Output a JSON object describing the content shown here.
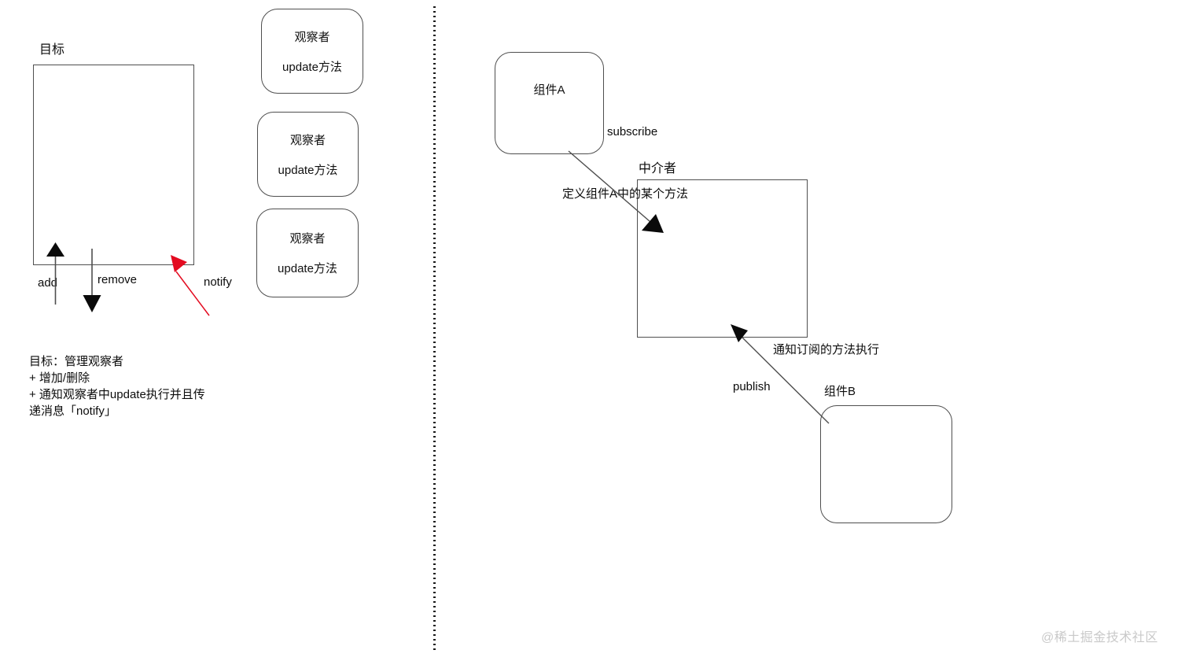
{
  "observer_diagram": {
    "target_label": "目标",
    "observers": [
      {
        "title": "观察者",
        "method": "update方法"
      },
      {
        "title": "观察者",
        "method": "update方法"
      },
      {
        "title": "观察者",
        "method": "update方法"
      }
    ],
    "add_label": "add",
    "remove_label": "remove",
    "notify_label": "notify",
    "notes": [
      "目标：管理观察者",
      "+ 增加/删除",
      "+ 通知观察者中update执行并且传",
      "递消息「notify」"
    ]
  },
  "mediator_diagram": {
    "component_a_label": "组件A",
    "subscribe_label": "subscribe",
    "mediator_label": "中介者",
    "define_method_label": "定义组件A中的某个方法",
    "notify_exec_label": "通知订阅的方法执行",
    "publish_label": "publish",
    "component_b_label": "组件B"
  },
  "watermark": "@稀土掘金技术社区",
  "colors": {
    "line_gray": "#4f4f4f",
    "arrow_black": "#0a0a0a",
    "arrow_red": "#e30b20",
    "watermark_gray": "#c9c9c9"
  }
}
